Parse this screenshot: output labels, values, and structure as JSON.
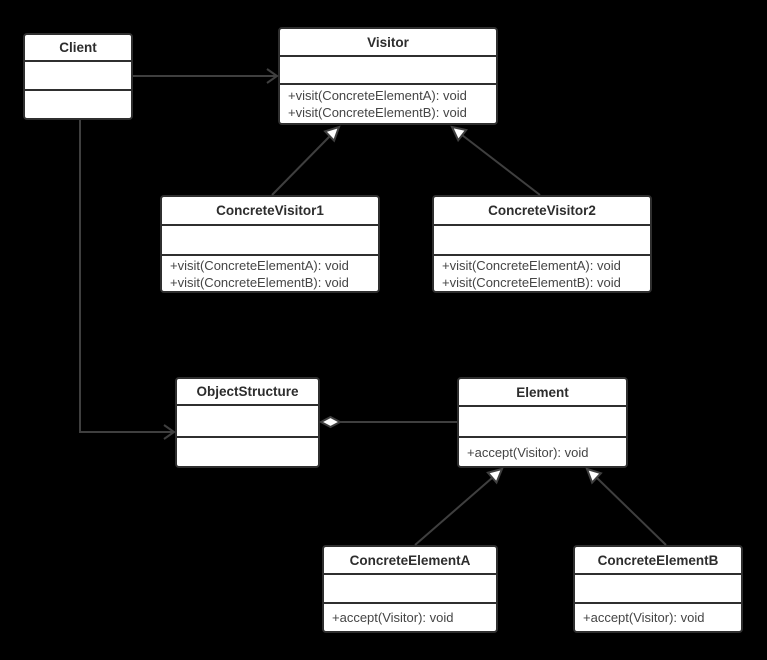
{
  "diagram": {
    "pattern_name": "Visitor",
    "colors": {
      "bg": "#000000",
      "box-fill": "#ffffff",
      "box-border": "#2f2f2f",
      "edge": "#3f3f3f",
      "title-text": "#2d2d2d",
      "method-text": "#454545"
    },
    "classes": {
      "client": {
        "title": "Client",
        "methods": []
      },
      "visitor": {
        "title": "Visitor",
        "methods": [
          "+visit(ConcreteElementA): void",
          "+visit(ConcreteElementB): void"
        ]
      },
      "concrete_visitor1": {
        "title": "ConcreteVisitor1",
        "methods": [
          "+visit(ConcreteElementA): void",
          "+visit(ConcreteElementB): void"
        ]
      },
      "concrete_visitor2": {
        "title": "ConcreteVisitor2",
        "methods": [
          "+visit(ConcreteElementA): void",
          "+visit(ConcreteElementB): void"
        ]
      },
      "object_structure": {
        "title": "ObjectStructure",
        "methods": []
      },
      "element": {
        "title": "Element",
        "methods": [
          "+accept(Visitor): void"
        ]
      },
      "concrete_element_a": {
        "title": "ConcreteElementA",
        "methods": [
          "+accept(Visitor): void"
        ]
      },
      "concrete_element_b": {
        "title": "ConcreteElementB",
        "methods": [
          "+accept(Visitor): void"
        ]
      }
    },
    "relationships": [
      {
        "from": "Client",
        "to": "Visitor",
        "type": "directed-association"
      },
      {
        "from": "Client",
        "to": "ObjectStructure",
        "type": "directed-association"
      },
      {
        "from": "ConcreteVisitor1",
        "to": "Visitor",
        "type": "generalization"
      },
      {
        "from": "ConcreteVisitor2",
        "to": "Visitor",
        "type": "generalization"
      },
      {
        "from": "ObjectStructure",
        "to": "Element",
        "type": "aggregation"
      },
      {
        "from": "ConcreteElementA",
        "to": "Element",
        "type": "generalization"
      },
      {
        "from": "ConcreteElementB",
        "to": "Element",
        "type": "generalization"
      }
    ]
  }
}
